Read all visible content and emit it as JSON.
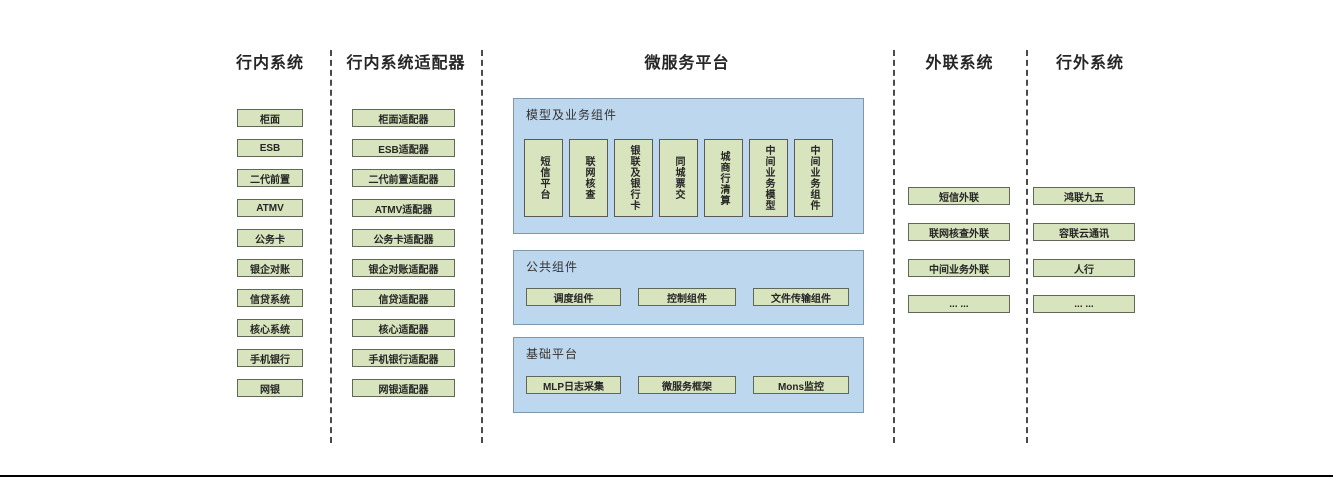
{
  "colors": {
    "green_fill": "#d8e4bd",
    "green_border": "#60685a",
    "blue_fill": "#bdd7ee",
    "blue_border": "#7f97ad",
    "divider": "#4a4a4a",
    "title_text": "#262626",
    "bottom_line": "#000000"
  },
  "columns": {
    "internal": {
      "title": "行内系统",
      "boxes": [
        "柜面",
        "ESB",
        "二代前置",
        "ATMV",
        "公务卡",
        "银企对账",
        "信贷系统",
        "核心系统",
        "手机银行",
        "网银"
      ]
    },
    "adapters": {
      "title": "行内系统适配器",
      "boxes": [
        "柜面适配器",
        "ESB适配器",
        "二代前置适配器",
        "ATMV适配器",
        "公务卡适配器",
        "银企对账适配器",
        "信贷适配器",
        "核心适配器",
        "手机银行适配器",
        "网银适配器"
      ]
    },
    "microservice": {
      "title": "微服务平台",
      "panels": {
        "model": {
          "label": "模型及业务组件",
          "boxes": [
            "短信平台",
            "联网核查",
            "银联及银行卡",
            "同城票交",
            "城商行清算",
            "中间业务模型",
            "中间业务组件"
          ]
        },
        "common": {
          "label": "公共组件",
          "boxes": [
            "调度组件",
            "控制组件",
            "文件传输组件"
          ]
        },
        "base": {
          "label": "基础平台",
          "boxes": [
            "MLP日志采集",
            "微服务框架",
            "Mons监控"
          ]
        }
      }
    },
    "external_link": {
      "title": "外联系统",
      "boxes": [
        "短信外联",
        "联网核查外联",
        "中间业务外联",
        "... ..."
      ]
    },
    "external": {
      "title": "行外系统",
      "boxes": [
        "鸿联九五",
        "容联云通讯",
        "人行",
        "... ..."
      ]
    }
  }
}
